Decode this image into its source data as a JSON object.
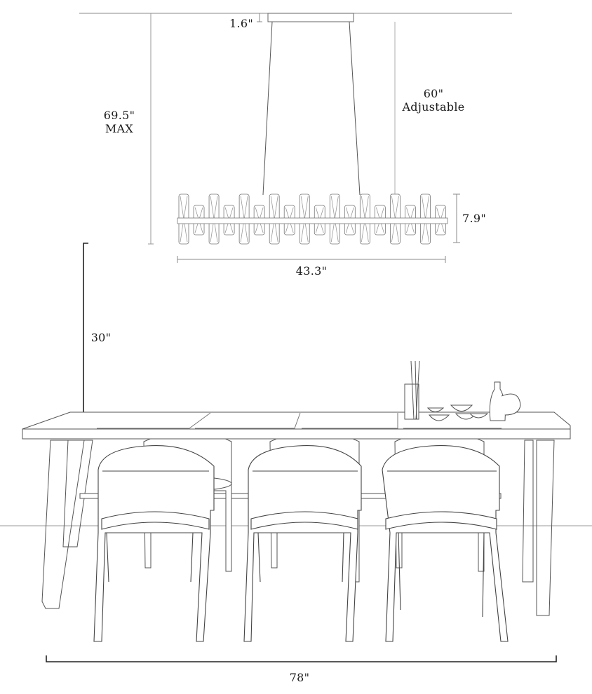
{
  "diagram": {
    "title": "Linear crystal chandelier over dining table — dimension diagram",
    "colors": {
      "line": "#555555",
      "dim_line": "#888888",
      "bracket": "#222222",
      "text": "#1a1a1a",
      "background": "#ffffff"
    },
    "dimensions": {
      "canopy_height": {
        "value": "1.6\""
      },
      "total_height": {
        "value": "69.5\"",
        "note": "MAX"
      },
      "cord_length": {
        "value": "60\"",
        "note": "Adjustable"
      },
      "fixture_height": {
        "value": "7.9\""
      },
      "fixture_width": {
        "value": "43.3\""
      },
      "table_height": {
        "value": "30\""
      },
      "table_length": {
        "value": "78\""
      }
    },
    "objects": {
      "chandelier": {
        "crystal_count": 18
      },
      "table": {
        "chairs_front": 3,
        "chairs_back": 3
      },
      "tableware": [
        "chopstick-holder",
        "bowls",
        "sake-bottle",
        "teapot"
      ]
    }
  }
}
